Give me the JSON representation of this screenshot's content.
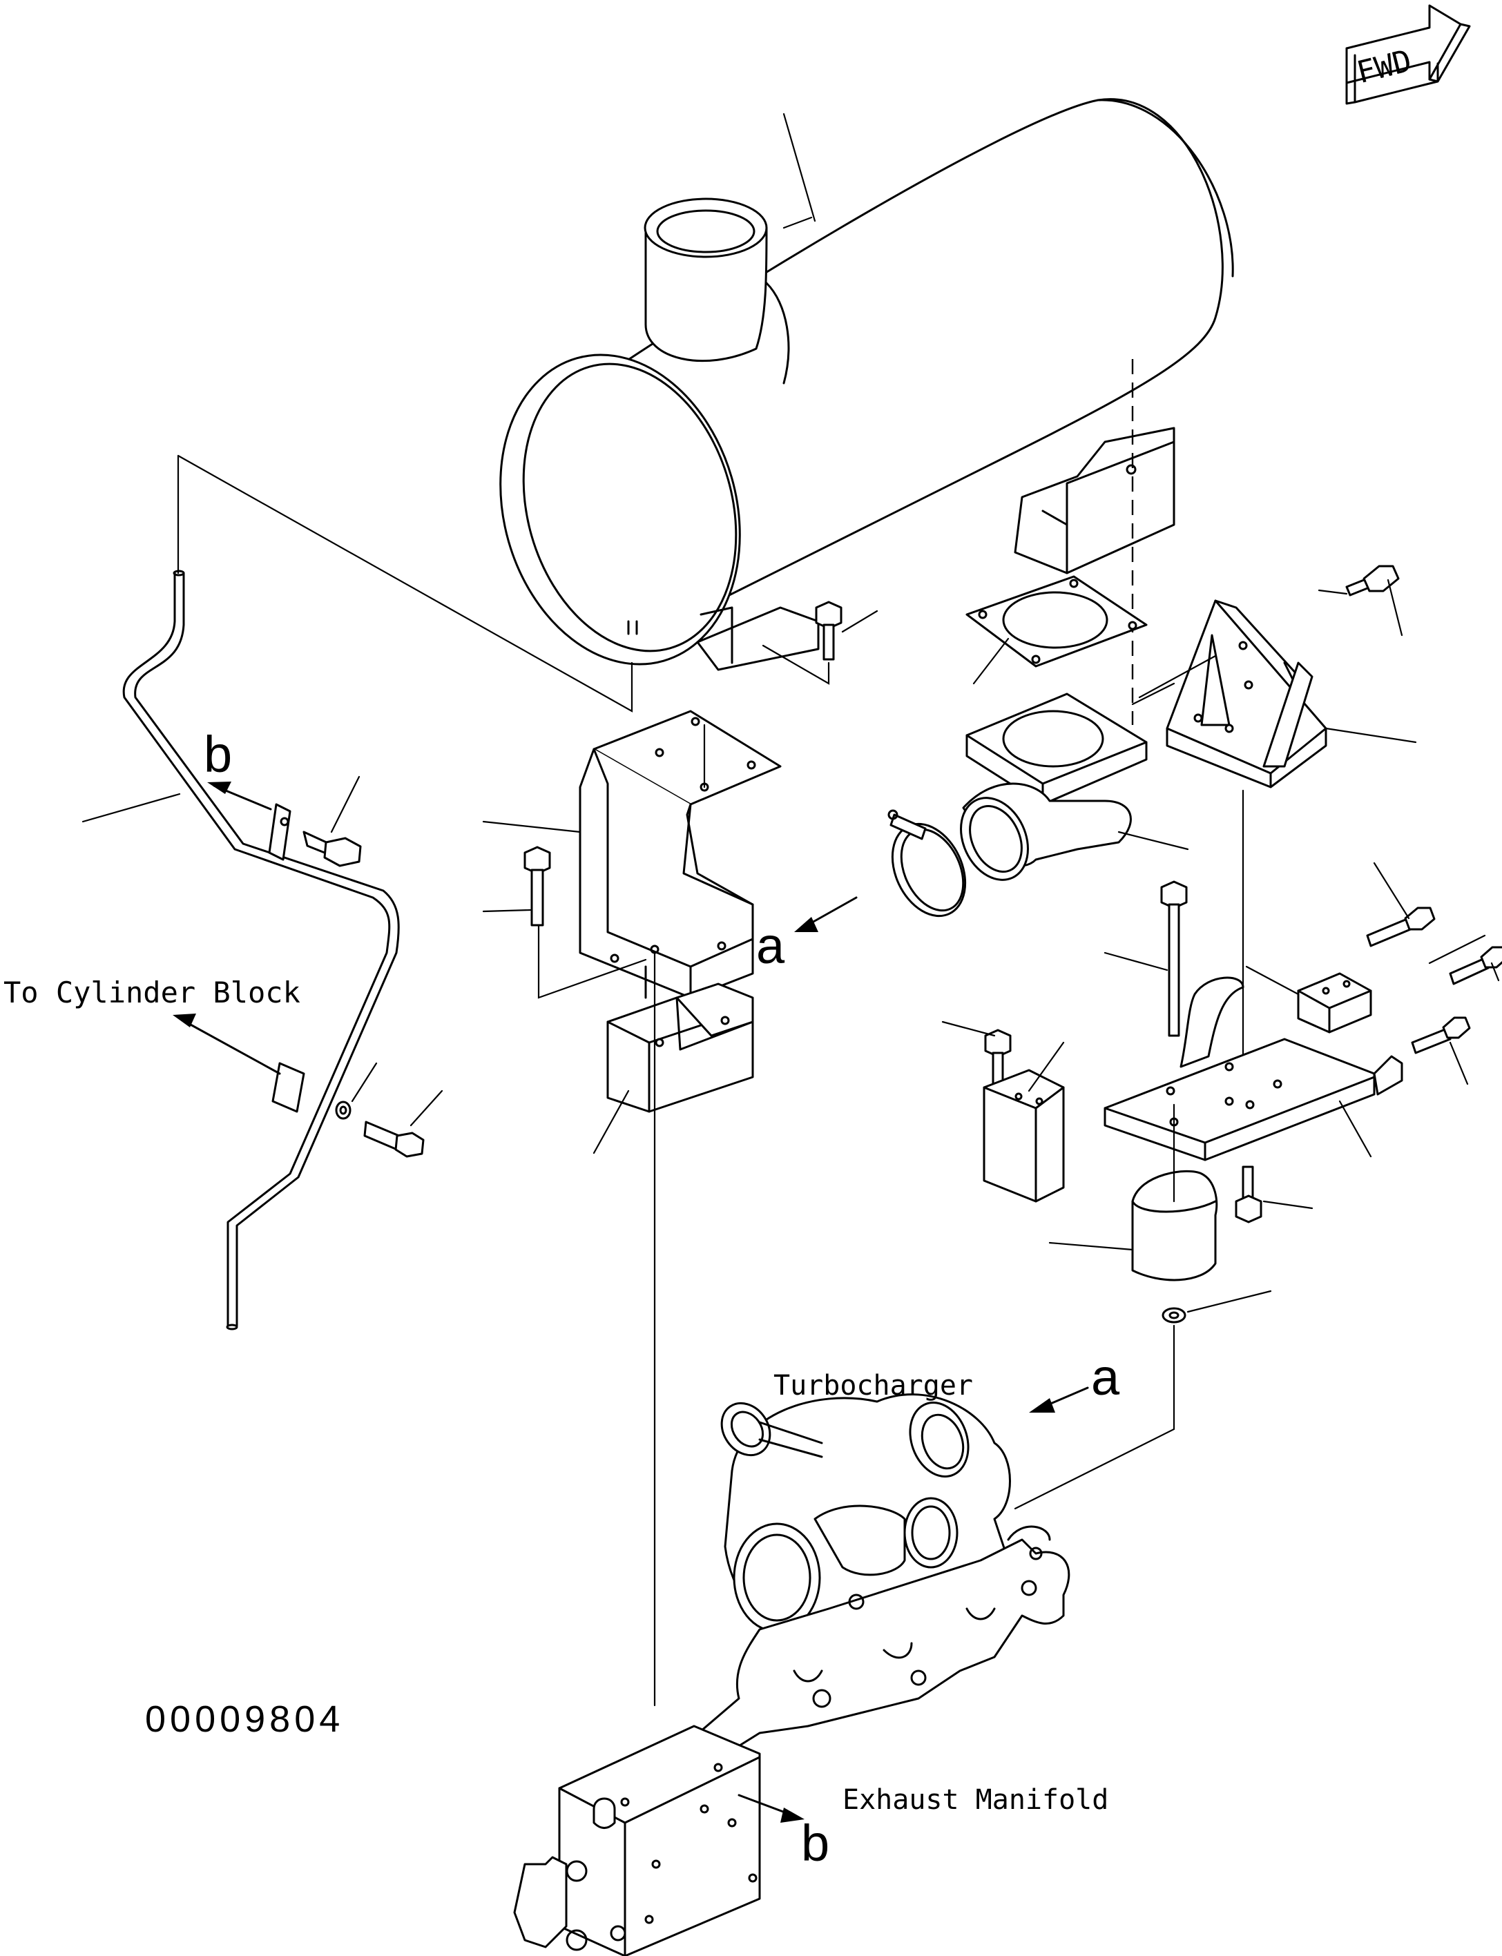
{
  "diagram": {
    "fwd_label": "FWD",
    "to_cylinder_block": "To Cylinder Block",
    "turbocharger": "Turbocharger",
    "exhaust_manifold": "Exhaust Manifold",
    "drawing_number": "00009804",
    "ref_a_upper": "a",
    "ref_a_lower": "a",
    "ref_b_upper": "b",
    "ref_b_lower": "b"
  }
}
